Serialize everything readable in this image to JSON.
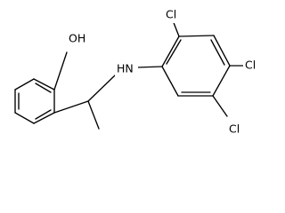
{
  "structure": {
    "atom_labels": {
      "hydroxyl": "OH",
      "amine": "HN",
      "chlorine_top": "Cl",
      "chlorine_right": "Cl",
      "chlorine_bottom": "Cl"
    }
  }
}
